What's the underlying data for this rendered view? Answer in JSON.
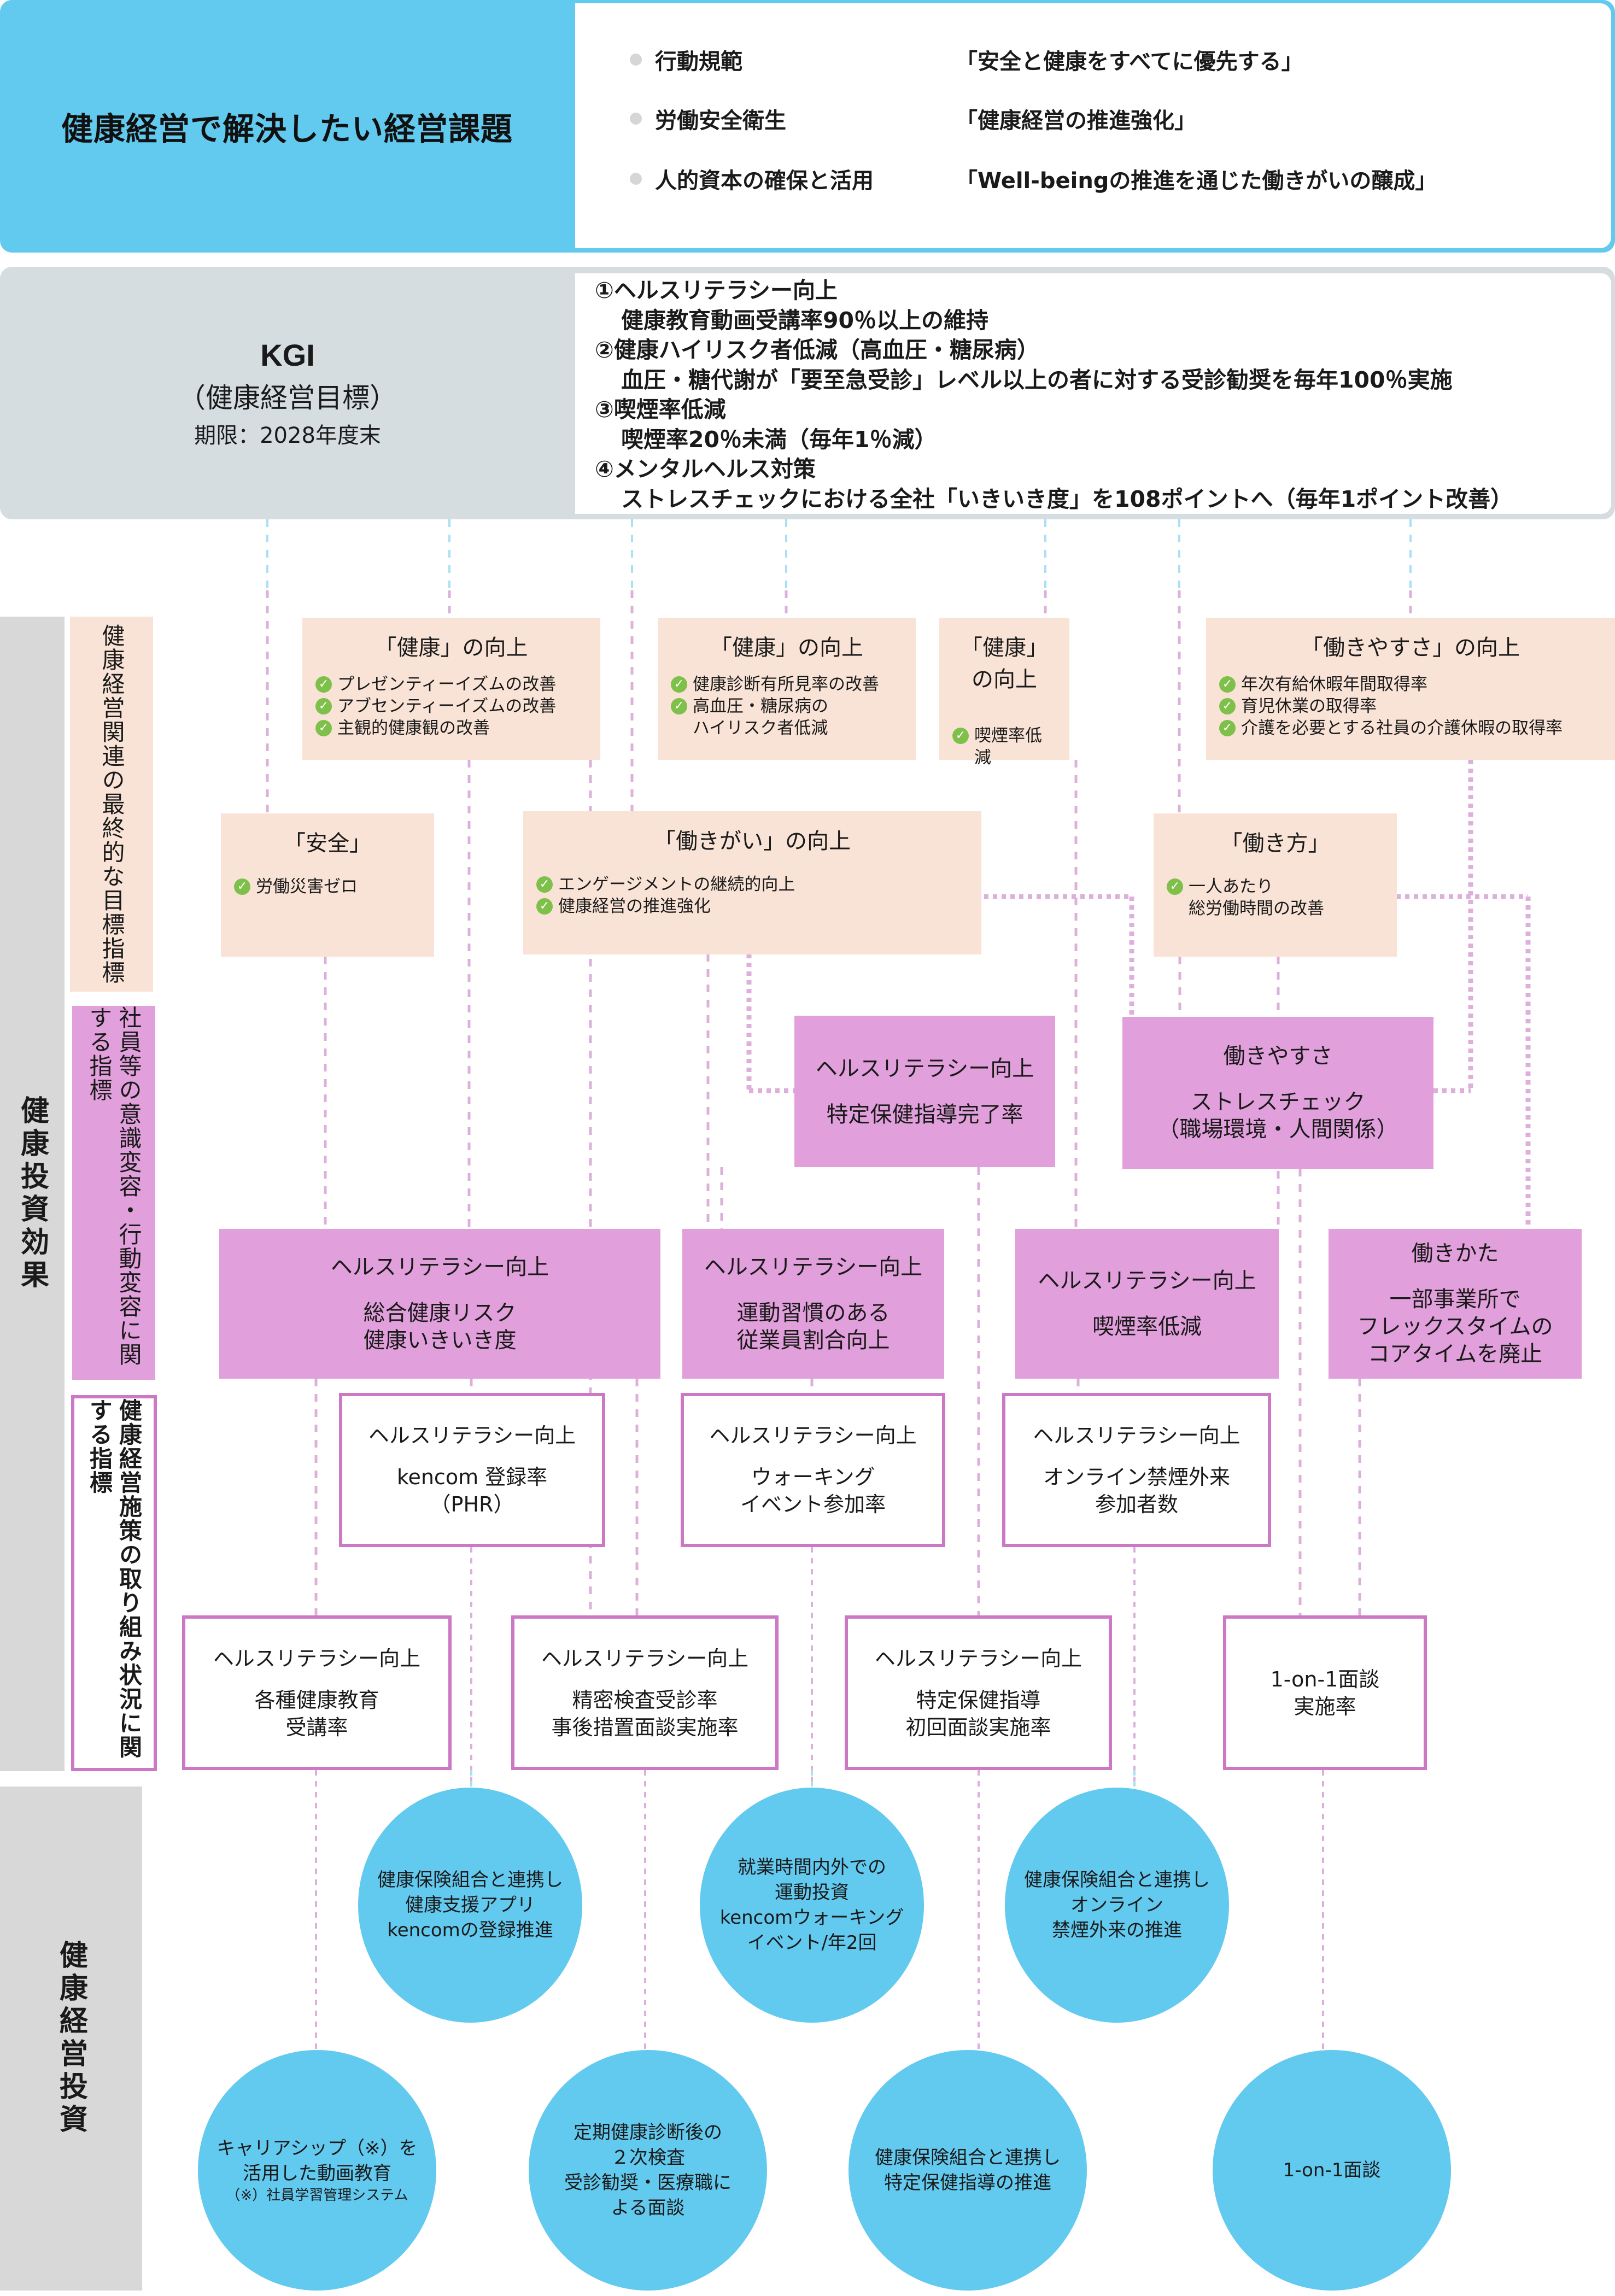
{
  "header": {
    "title": "健康経営で解決したい経営課題",
    "policies": [
      {
        "name": "行動規範",
        "value": "「安全と健康をすべてに優先する」"
      },
      {
        "name": "労働安全衛生",
        "value": "「健康経営の推進強化」"
      },
      {
        "name": "人的資本の確保と活用",
        "value": "「Well-beingの推進を通じた働きがいの醸成」"
      }
    ]
  },
  "kgi": {
    "title": "KGI",
    "subtitle": "（健康経営目標）",
    "deadline": "期限：2028年度末",
    "goals": [
      {
        "heading": "①ヘルスリテラシー向上",
        "detail": "健康教育動画受講率90％以上の維持"
      },
      {
        "heading": "②健康ハイリスク者低減（高血圧・糖尿病）",
        "detail": "血圧・糖代謝が「要至急受診」レベル以上の者に対する受診勧奨を毎年100％実施"
      },
      {
        "heading": "③喫煙率低減",
        "detail": "喫煙率20％未満（毎年1％減）"
      },
      {
        "heading": "④メンタルヘルス対策",
        "detail": "ストレスチェックにおける全社「いきいき度」を108ポイントへ（毎年1ポイント改善）"
      }
    ]
  },
  "side_labels": {
    "effect": "健康投資効果",
    "final_indicators": "健康経営関連の最終的な目標指標",
    "behavior_indicators": "社員等の意識変容・行動変容に関する指標",
    "initiative_indicators": "健康経営施策の取り組み状況に関する指標",
    "investment": "健康経営投資"
  },
  "final_goals_top": [
    {
      "title": "「健康」の向上",
      "items": [
        "プレゼンティーイズムの改善",
        "アブセンティーイズムの改善",
        "主観的健康観の改善"
      ]
    },
    {
      "title": "「健康」の向上",
      "items": [
        "健康診断有所見率の改善",
        "高血圧・糖尿病の\nハイリスク者低減"
      ]
    },
    {
      "title": "「健康」の向上",
      "items": [
        "喫煙率低減"
      ]
    },
    {
      "title": "「働きやすさ」の向上",
      "items": [
        "年次有給休暇年間取得率",
        "育児休業の取得率",
        "介護を必要とする社員の介護休暇の取得率"
      ]
    }
  ],
  "final_goals_mid": [
    {
      "title": "「安全」",
      "items": [
        "労働災害ゼロ"
      ]
    },
    {
      "title": "「働きがい」の向上",
      "items": [
        "エンゲージメントの継続的向上",
        "健康経営の推進強化"
      ]
    },
    {
      "title": "「働き方」",
      "items": [
        "一人あたり\n総労働時間の改善"
      ]
    }
  ],
  "behavior_upper": [
    {
      "title": "ヘルスリテラシー向上",
      "body": "特定保健指導完了率"
    },
    {
      "title": "働きやすさ",
      "body": "ストレスチェック\n（職場環境・人間関係）"
    }
  ],
  "behavior_lower": [
    {
      "title": "ヘルスリテラシー向上",
      "body": "総合健康リスク\n健康いきいき度"
    },
    {
      "title": "ヘルスリテラシー向上",
      "body": "運動習慣のある\n従業員割合向上"
    },
    {
      "title": "ヘルスリテラシー向上",
      "body": "喫煙率低減"
    },
    {
      "title": "働きかた",
      "body": "一部事業所で\nフレックスタイムの\nコアタイムを廃止"
    }
  ],
  "initiative_upper": [
    {
      "title": "ヘルスリテラシー向上",
      "body": "kencom 登録率\n（PHR）"
    },
    {
      "title": "ヘルスリテラシー向上",
      "body": "ウォーキング\nイベント参加率"
    },
    {
      "title": "ヘルスリテラシー向上",
      "body": "オンライン禁煙外来\n参加者数"
    }
  ],
  "initiative_lower": [
    {
      "title": "ヘルスリテラシー向上",
      "body": "各種健康教育\n受講率"
    },
    {
      "title": "ヘルスリテラシー向上",
      "body": "精密検査受診率\n事後措置面談実施率"
    },
    {
      "title": "ヘルスリテラシー向上",
      "body": "特定保健指導\n初回面談実施率"
    },
    {
      "title": "",
      "body": "1-on-1面談\n実施率"
    }
  ],
  "investments_upper": [
    {
      "text": "健康保険組合と連携し\n健康支援アプリ\nkencomの登録推進"
    },
    {
      "text": "就業時間内外での\n運動投資\nkencomウォーキング\nイベント/年2回"
    },
    {
      "text": "健康保険組合と連携し\nオンライン\n禁煙外来の推進"
    }
  ],
  "investments_lower": [
    {
      "text": "キャリアシップ（※）を\n活用した動画教育",
      "note": "（※）社員学習管理システム"
    },
    {
      "text": "定期健康診断後の\n２次検査\n受診勧奨・医療職に\nよる面談"
    },
    {
      "text": "健康保険組合と連携し\n特定保健指導の推進"
    },
    {
      "text": "1-on-1面談"
    }
  ],
  "colors": {
    "accent_blue": "#62c9ef",
    "kgi_gray": "#d5dde1",
    "peach": "#f9e3d6",
    "pink": "#e19fdb",
    "border_pink": "#cc78c4",
    "check_green": "#7ec04a",
    "connector_pink": "#dcb0da",
    "connector_blue": "#a9e0f2"
  }
}
